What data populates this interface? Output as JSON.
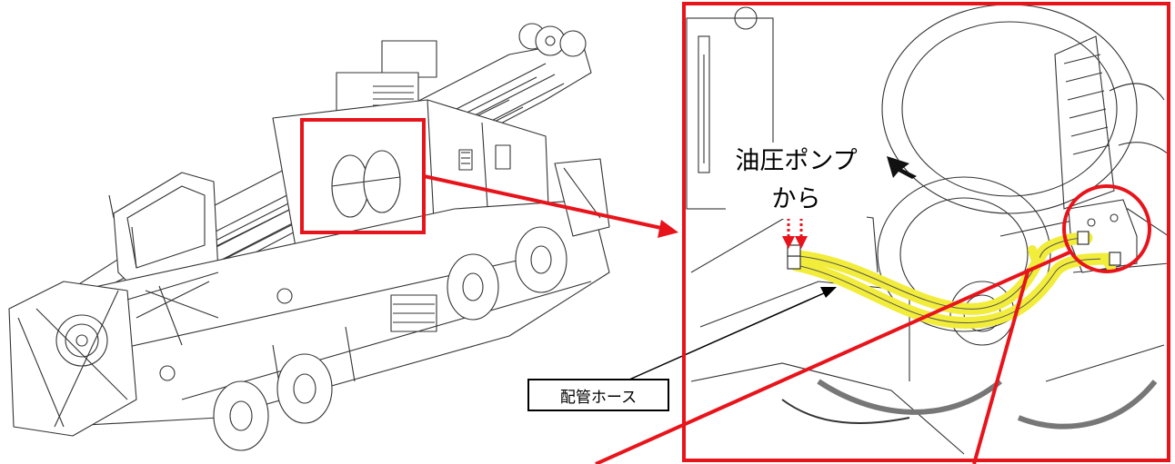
{
  "callouts": {
    "pump_line1": "油圧ポンプ",
    "pump_line2": "から",
    "hose_label": "配管ホース"
  },
  "colors": {
    "highlight": "#e8141b",
    "hose": "#f2ec3a",
    "line": "#333333"
  },
  "icons": {
    "crane": "crane-illustration",
    "detail": "hose-detail-illustration"
  }
}
